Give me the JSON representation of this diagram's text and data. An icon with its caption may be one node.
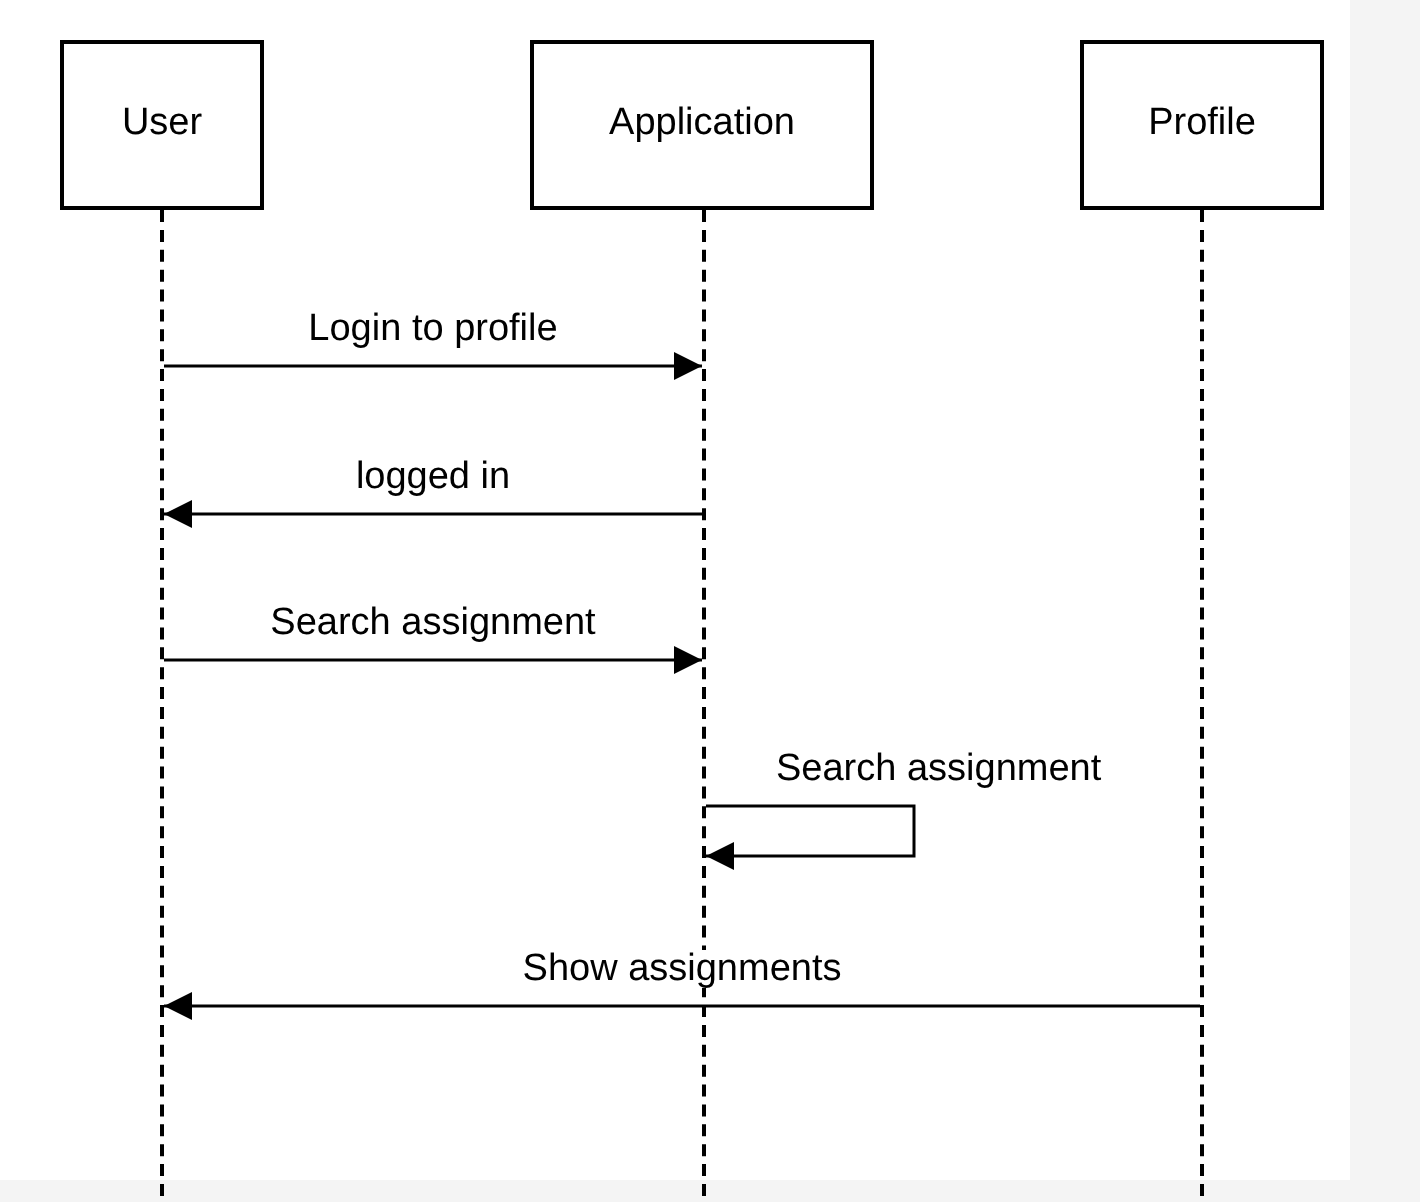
{
  "diagram": {
    "nodes": [
      {
        "text": [
          "User"
        ]
      },
      {
        "text": [
          "Application"
        ]
      },
      {
        "text": [
          "Profile"
        ]
      },
      {
        "text": [],
        "shape": "line"
      },
      {
        "text": [],
        "shape": "line"
      },
      {
        "text": [],
        "shape": "line"
      }
    ],
    "edges": [
      {
        "from": 3,
        "to": 4,
        "arrow": "to",
        "label": "Login to profile"
      },
      {
        "from": 4,
        "to": 3,
        "arrow": "to",
        "label": "logged in"
      },
      {
        "from": 3,
        "to": 4,
        "arrow": "to",
        "label": "Search assignment"
      },
      {
        "from": 4,
        "to": 4,
        "arrow": "to",
        "label": "Search assignment"
      },
      {
        "from": 5,
        "to": 3,
        "arrow": "to",
        "label": "Show assignments"
      }
    ]
  }
}
